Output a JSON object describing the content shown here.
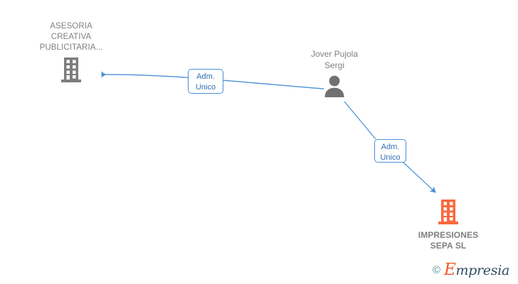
{
  "diagram": {
    "type": "corporate-relationship-graph",
    "background": "#ffffff",
    "colors": {
      "edge": "#4a90d9",
      "relation_text": "#2f6fb5",
      "company_gray": "#808080",
      "company_orange": "#f96a3c",
      "person_gray": "#7a7a7a",
      "label_text": "#808080"
    },
    "nodes": [
      {
        "id": "asesoria",
        "kind": "company",
        "icon": "building-icon",
        "color": "#808080",
        "label_position": "above",
        "label_lines": [
          "ASESORIA",
          "CREATIVA",
          "PUBLICITARIA..."
        ]
      },
      {
        "id": "person",
        "kind": "person",
        "icon": "person-icon",
        "color": "#7a7a7a",
        "label_position": "above",
        "label_lines": [
          "Jover Pujola",
          "Sergi"
        ]
      },
      {
        "id": "impresiones",
        "kind": "company",
        "icon": "building-icon",
        "color": "#f96a3c",
        "label_position": "below",
        "label_lines": [
          "IMPRESIONES",
          "SEPA SL"
        ]
      }
    ],
    "edges": [
      {
        "id": "edge-person-to-asesoria",
        "from": "person",
        "to": "asesoria",
        "direction": "to-company",
        "relation_lines": [
          "Adm.",
          "Unico"
        ]
      },
      {
        "id": "edge-person-to-impresiones",
        "from": "person",
        "to": "impresiones",
        "direction": "to-company",
        "relation_lines": [
          "Adm.",
          "Unico"
        ]
      }
    ]
  },
  "watermark": {
    "copyright": "©",
    "brand_first": "E",
    "brand_rest": "mpresia"
  }
}
